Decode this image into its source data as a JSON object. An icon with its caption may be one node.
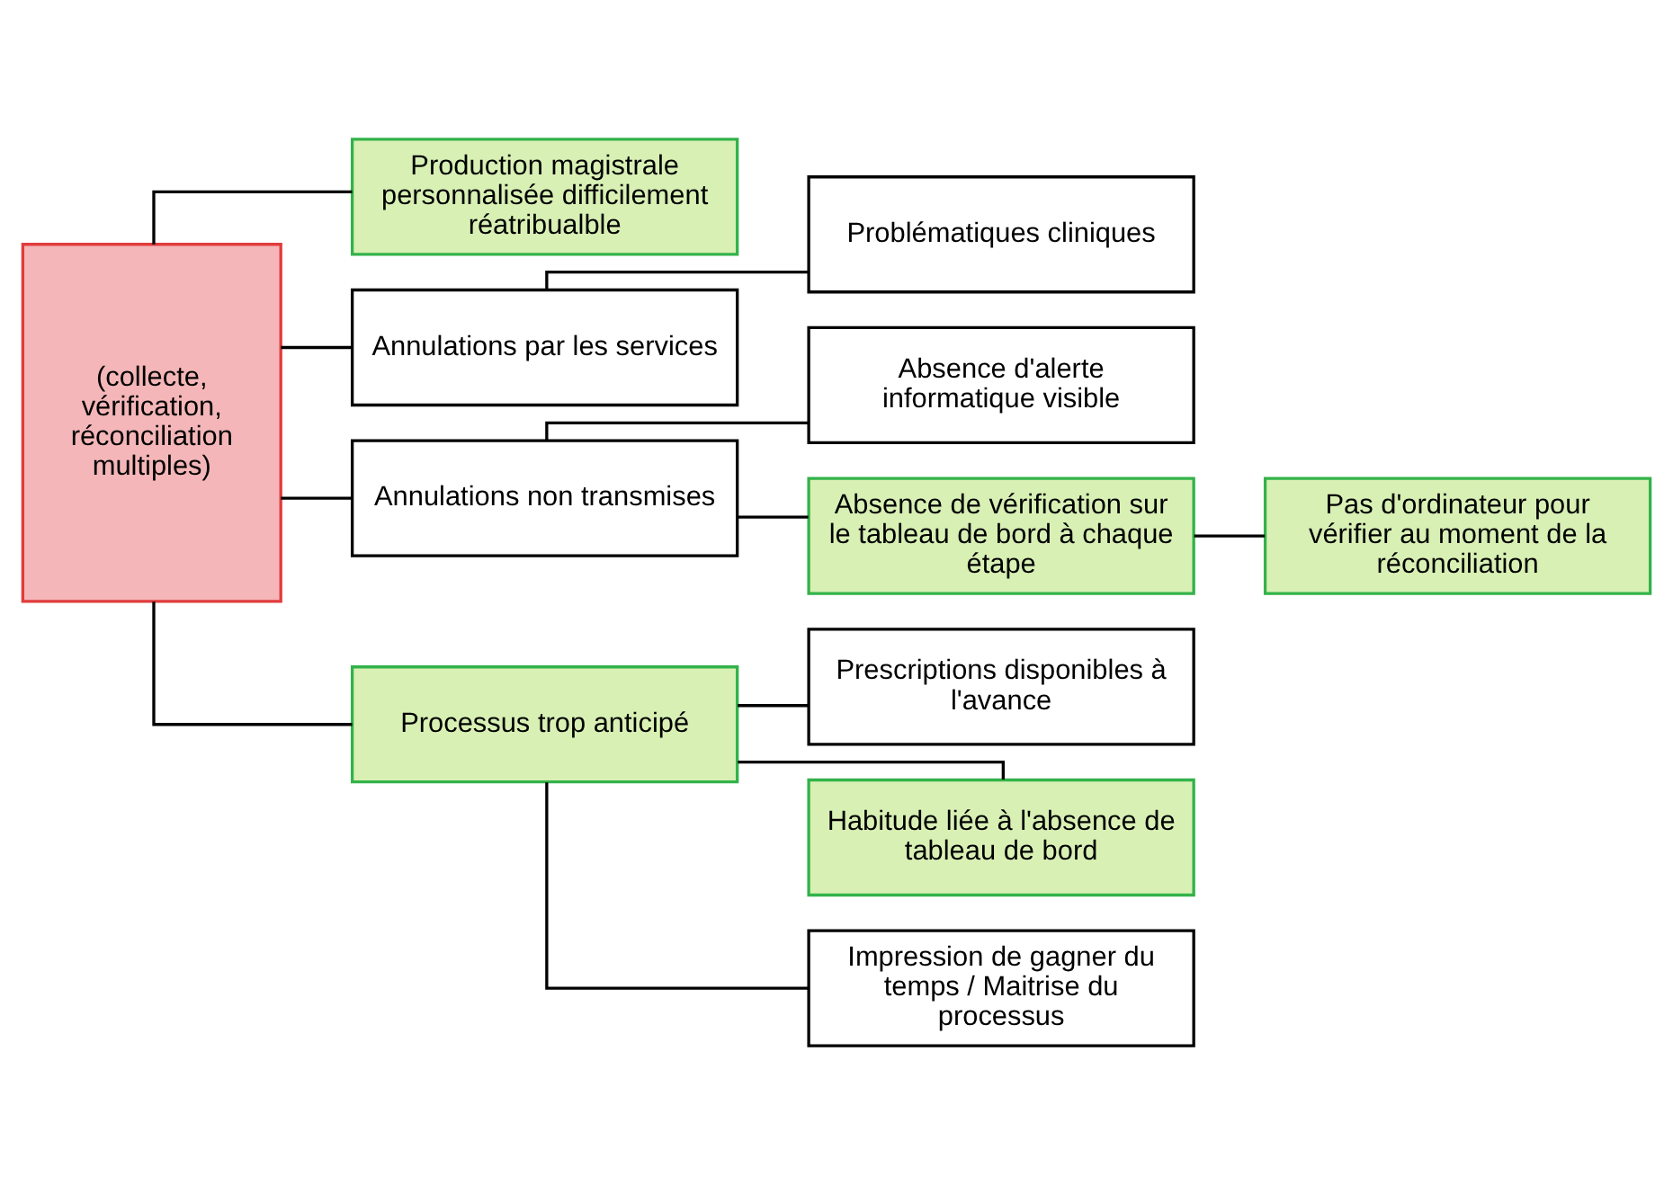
{
  "diagram": {
    "nodes": [
      {
        "text": [
          "(collecte, vérification, réconciliation multiples)"
        ]
      },
      {
        "text": [
          "Production magistrale personnalisée difficilement réatribualble"
        ]
      },
      {
        "text": [
          "Annulations par les services"
        ]
      },
      {
        "text": [
          "Problématiques cliniques"
        ]
      },
      {
        "text": [
          "Annulations non transmises"
        ]
      },
      {
        "text": [
          "Absence d'alerte informatique visible"
        ]
      },
      {
        "text": [
          "Absence de vérification sur le tableau de bord à chaque étape"
        ]
      },
      {
        "text": [
          "Pas d'ordinateur pour vérifier au moment de la réconciliation"
        ]
      },
      {
        "text": [
          "Processus trop anticipé"
        ]
      },
      {
        "text": [
          "Prescriptions disponibles à l'avance"
        ]
      },
      {
        "text": [
          "Habitude liée à l'absence de tableau de bord"
        ]
      },
      {
        "text": [
          "Impression de gagner du temps / Maitrise du processus"
        ]
      }
    ],
    "edges": [
      {
        "from": 0,
        "to": 1,
        "arrow": "none"
      },
      {
        "from": 0,
        "to": 2,
        "arrow": "none"
      },
      {
        "from": 2,
        "to": 3,
        "arrow": "none"
      },
      {
        "from": 0,
        "to": 4,
        "arrow": "none"
      },
      {
        "from": 4,
        "to": 5,
        "arrow": "none"
      },
      {
        "from": 4,
        "to": 6,
        "arrow": "none"
      },
      {
        "from": 6,
        "to": 7,
        "arrow": "none"
      },
      {
        "from": 0,
        "to": 8,
        "arrow": "none"
      },
      {
        "from": 8,
        "to": 9,
        "arrow": "none"
      },
      {
        "from": 8,
        "to": 10,
        "arrow": "none"
      },
      {
        "from": 8,
        "to": 11,
        "arrow": "none"
      }
    ]
  }
}
